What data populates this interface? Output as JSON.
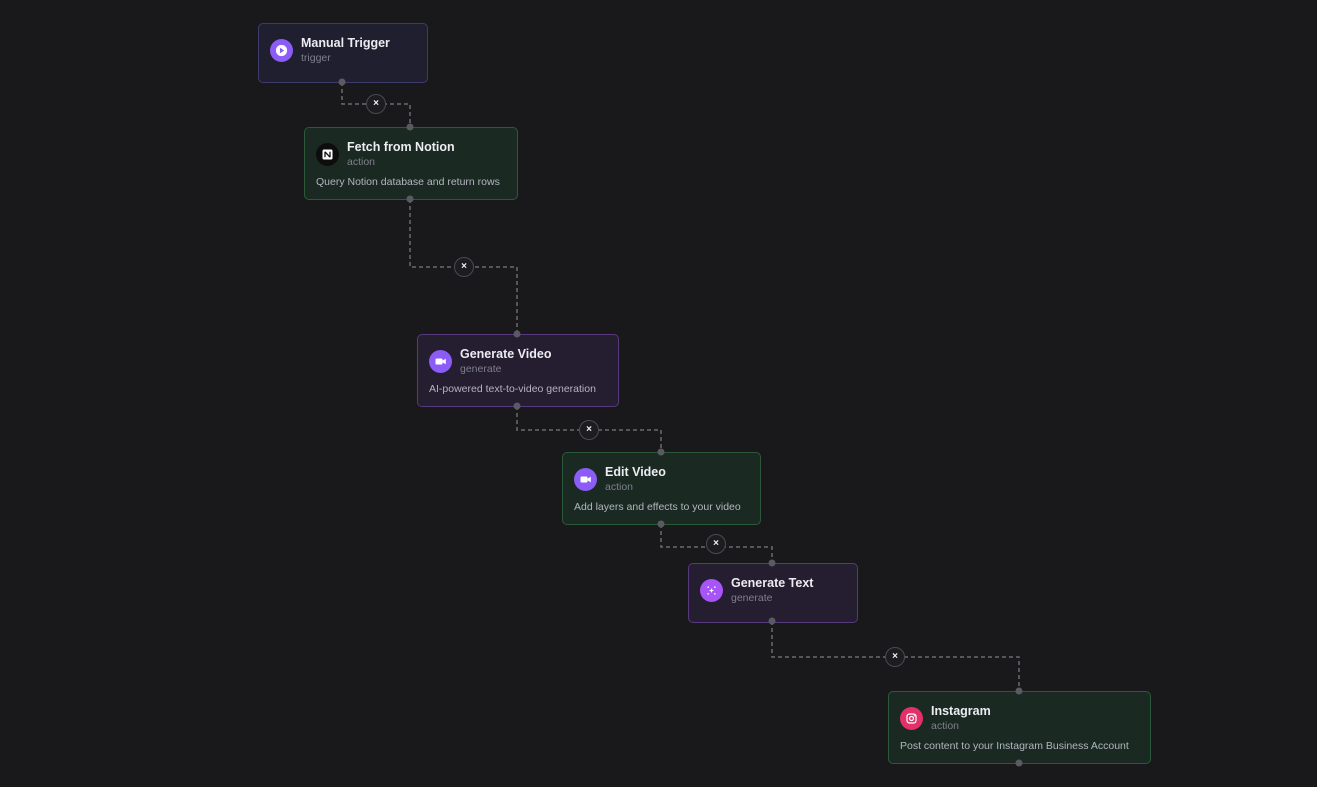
{
  "colors": {
    "background": "#19191b",
    "trigger_border": "#3f3a6e",
    "action_border": "#2a5a3a",
    "generate_border": "#563a7d",
    "edge": "#6a6a70",
    "icon_purple": "#8b5cf6",
    "icon_instagram": "#e1306c"
  },
  "edge_remove_symbol": "×",
  "nodes": [
    {
      "title": "Manual Trigger",
      "kind": "trigger",
      "icon": "play-icon"
    },
    {
      "title": "Fetch from Notion",
      "kind": "action",
      "description": "Query Notion database and return rows",
      "icon": "notion-icon"
    },
    {
      "title": "Generate Video",
      "kind": "generate",
      "description": "AI-powered text-to-video generation",
      "icon": "video-camera-icon"
    },
    {
      "title": "Edit Video",
      "kind": "action",
      "description": "Add layers and effects to your video",
      "icon": "video-camera-icon"
    },
    {
      "title": "Generate Text",
      "kind": "generate",
      "icon": "sparkle-icon"
    },
    {
      "title": "Instagram",
      "kind": "action",
      "description": "Post content to your Instagram Business Account",
      "icon": "instagram-icon"
    }
  ]
}
